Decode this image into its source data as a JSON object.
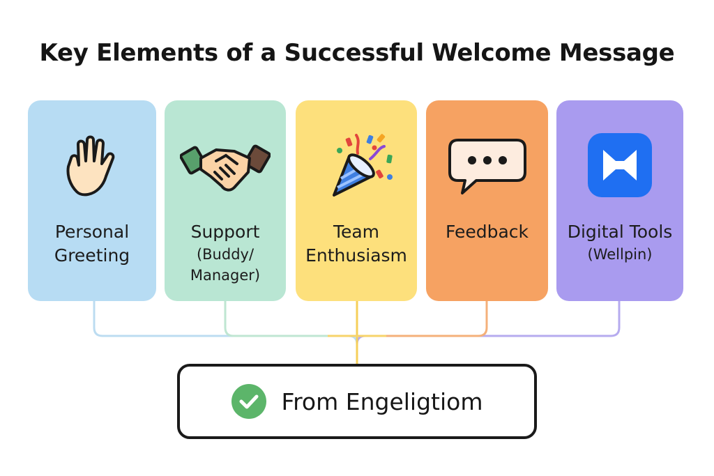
{
  "title": "Key Elements of a Successful Welcome Message",
  "colors": {
    "card_blue": "#b7dcf3",
    "card_green": "#b9e6d3",
    "card_yellow": "#fde07c",
    "card_orange": "#f6a262",
    "card_purple": "#a99bef",
    "check_green": "#5cb56a",
    "tool_blue": "#1f6ff2"
  },
  "cards": [
    {
      "icon": "waving-hand-icon",
      "label": "Personal",
      "label2": "Greeting",
      "sub1": "",
      "sub2": ""
    },
    {
      "icon": "handshake-icon",
      "label": "Support",
      "label2": "",
      "sub1": "(Buddy/",
      "sub2": "Manager)"
    },
    {
      "icon": "party-popper-icon",
      "label": "Team",
      "label2": "Enthusiasm",
      "sub1": "",
      "sub2": ""
    },
    {
      "icon": "speech-bubble-icon",
      "label": "Feedback",
      "label2": "",
      "sub1": "",
      "sub2": ""
    },
    {
      "icon": "app-logo-icon",
      "label": "Digital Tools",
      "label2": "",
      "sub1": "(Wellpin)",
      "sub2": ""
    }
  ],
  "result": {
    "icon": "check-circle-icon",
    "label": "From Engeligtiom"
  }
}
